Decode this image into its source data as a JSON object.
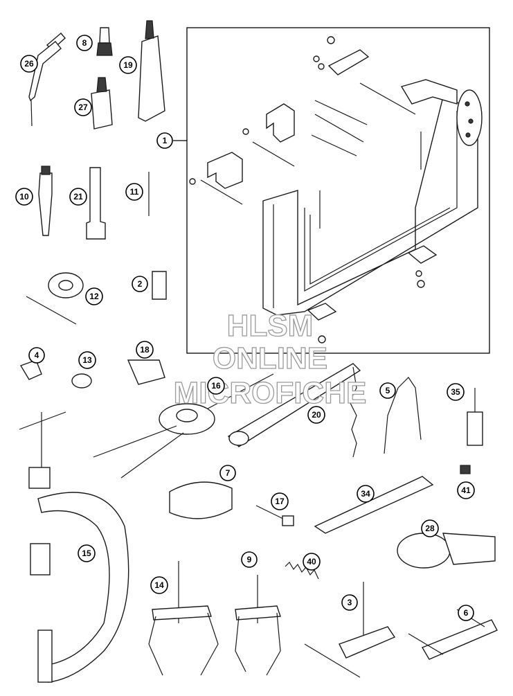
{
  "callouts": {
    "c1": "1",
    "c2": "2",
    "c3": "3",
    "c4": "4",
    "c5": "5",
    "c6": "6",
    "c7": "7",
    "c8": "8",
    "c9": "9",
    "c10": "10",
    "c11": "11",
    "c12": "12",
    "c13": "13",
    "c14": "14",
    "c15": "15",
    "c16": "16",
    "c17": "17",
    "c18": "18",
    "c19": "19",
    "c20": "20",
    "c21": "21",
    "c26": "26",
    "c27": "27",
    "c28": "28",
    "c34": "34",
    "c35": "35",
    "c40": "40",
    "c41": "41"
  },
  "watermark": {
    "line1": "HLSM",
    "line2": "ONLINE",
    "line3": "MICROFICHE"
  }
}
